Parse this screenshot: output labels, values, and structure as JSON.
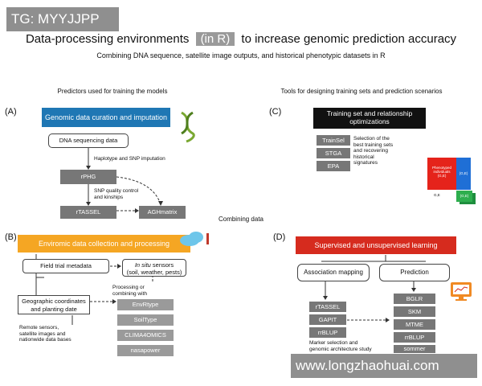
{
  "watermark_top": "TG: MYYJJPP",
  "watermark_bottom": "www.longzhaohuai.com",
  "title_before": "Data-processing environments",
  "title_highlight": "(in R)",
  "title_after": "to increase genomic prediction accuracy",
  "subtitle": "Combining DNA sequence, satellite image outputs, and historical phenotypic datasets in R",
  "left_header": "Predictors used for training the models",
  "right_header": "Tools for designing training sets and prediction scenarios",
  "combining": "Combining data",
  "panelA": {
    "letter": "(A)",
    "bar": "Genomic data curation and imputation",
    "dna_box": "DNA sequencing data",
    "imputation_label": "Haplotype and SNP imputation",
    "tool1": "rPHG",
    "qc_label_1": "SNP quality control",
    "qc_label_2": "and kinships",
    "tool2": "rTASSEL",
    "tool3": "AGHmatrix"
  },
  "panelB": {
    "letter": "(B)",
    "bar": "Enviromic data collection and processing",
    "field_box": "Field trial metadata",
    "sensors_italic": "In situ",
    "sensors_rest": " sensors",
    "sensors_sub": "(soil, weather, pests)",
    "geo_box_1": "Geographic coordinates",
    "geo_box_2": "and planting date",
    "processing_1": "Processing or",
    "processing_2": "combining with",
    "tools": [
      "EnvRtype",
      "SoilType",
      "CLIMA4OMICS",
      "nasapower"
    ],
    "remote_1": "Remote sensors,",
    "remote_2": "satellite images and",
    "remote_3": "nationwide data bases"
  },
  "panelC": {
    "letter": "(C)",
    "bar_1": "Training set and relationship",
    "bar_2": "optimizations",
    "tools": [
      "TrainSel",
      "STGA",
      "EPA"
    ],
    "desc_1": "Selection of the",
    "desc_2": "best training sets",
    "desc_3": "and recovering",
    "desc_4": "historical",
    "desc_5": "signatures",
    "block_red_1": "Phenotyped",
    "block_red_2": "individuals",
    "block_red_3": "(G,E)",
    "block_blue": "(G,E)",
    "block_green": "(G,E)",
    "block_label": "G,E"
  },
  "panelD": {
    "letter": "(D)",
    "bar": "Supervised and unsupervised learning",
    "assoc_box": "Association mapping",
    "pred_box": "Prediction",
    "assoc_tools": [
      "rTASSEL",
      "GAPIT",
      "rrBLUP"
    ],
    "pred_tools": [
      "BGLR",
      "SKM",
      "MTME",
      "rrBLUP",
      "sommer"
    ],
    "marker_1": "Marker selection and",
    "marker_2": "genomic architecture study"
  },
  "colors": {
    "blue": "#1f77b4",
    "orange": "#f5a623",
    "red": "#d62b1e",
    "gray": "#777777",
    "green": "#2e9e3e"
  }
}
